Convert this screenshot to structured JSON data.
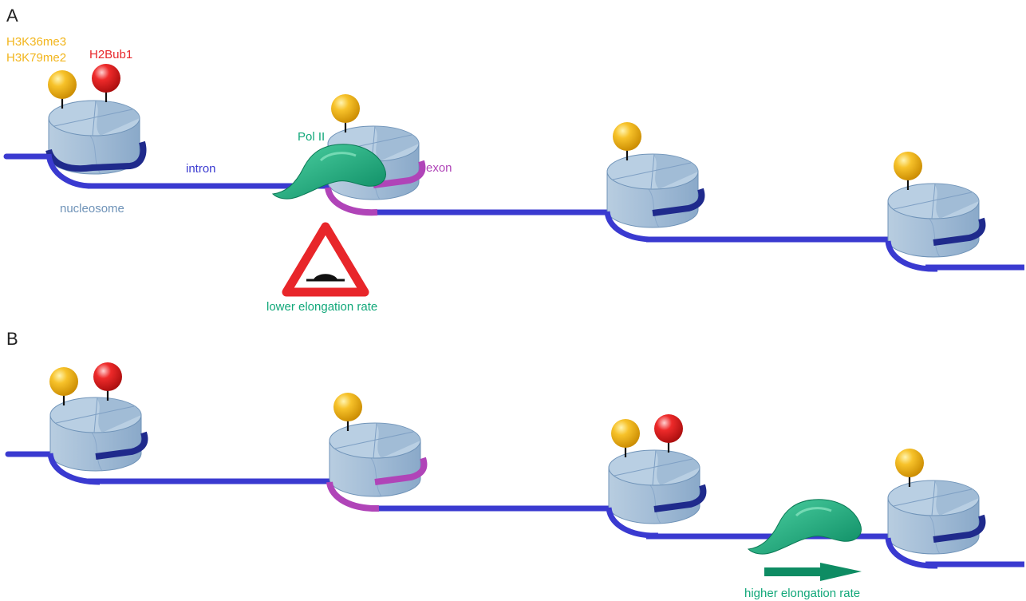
{
  "panels": {
    "a_letter": "A",
    "b_letter": "B"
  },
  "labels": {
    "mark_h3k36me3": "H3K36me3",
    "mark_h3k79me2": "H3K79me2",
    "mark_h2bub1": "H2Bub1",
    "pol_ii": "Pol II",
    "intron": "intron",
    "exon": "exon",
    "nucleosome": "nucleosome",
    "lower_rate": "lower elongation rate",
    "higher_rate": "higher elongation rate"
  },
  "icons": {
    "yellow_mark": "yellow-pin-icon",
    "red_mark": "red-pin-icon",
    "pol_ii": "pol-ii-blob-icon",
    "warning_sign": "speed-bump-warning-icon",
    "arrow": "right-arrow-icon"
  },
  "colors": {
    "dna": "#3a3ad0",
    "dna_dark": "#1f2a8c",
    "exon": "#b044b8",
    "nucleosome": "#a9c3dc",
    "nucleosome_edge": "#6f93b8",
    "h3k_mark": "#f2b51c",
    "h2bub1_mark": "#e8262a",
    "pol_ii": "#12a87a",
    "warning_red": "#e8262a"
  }
}
